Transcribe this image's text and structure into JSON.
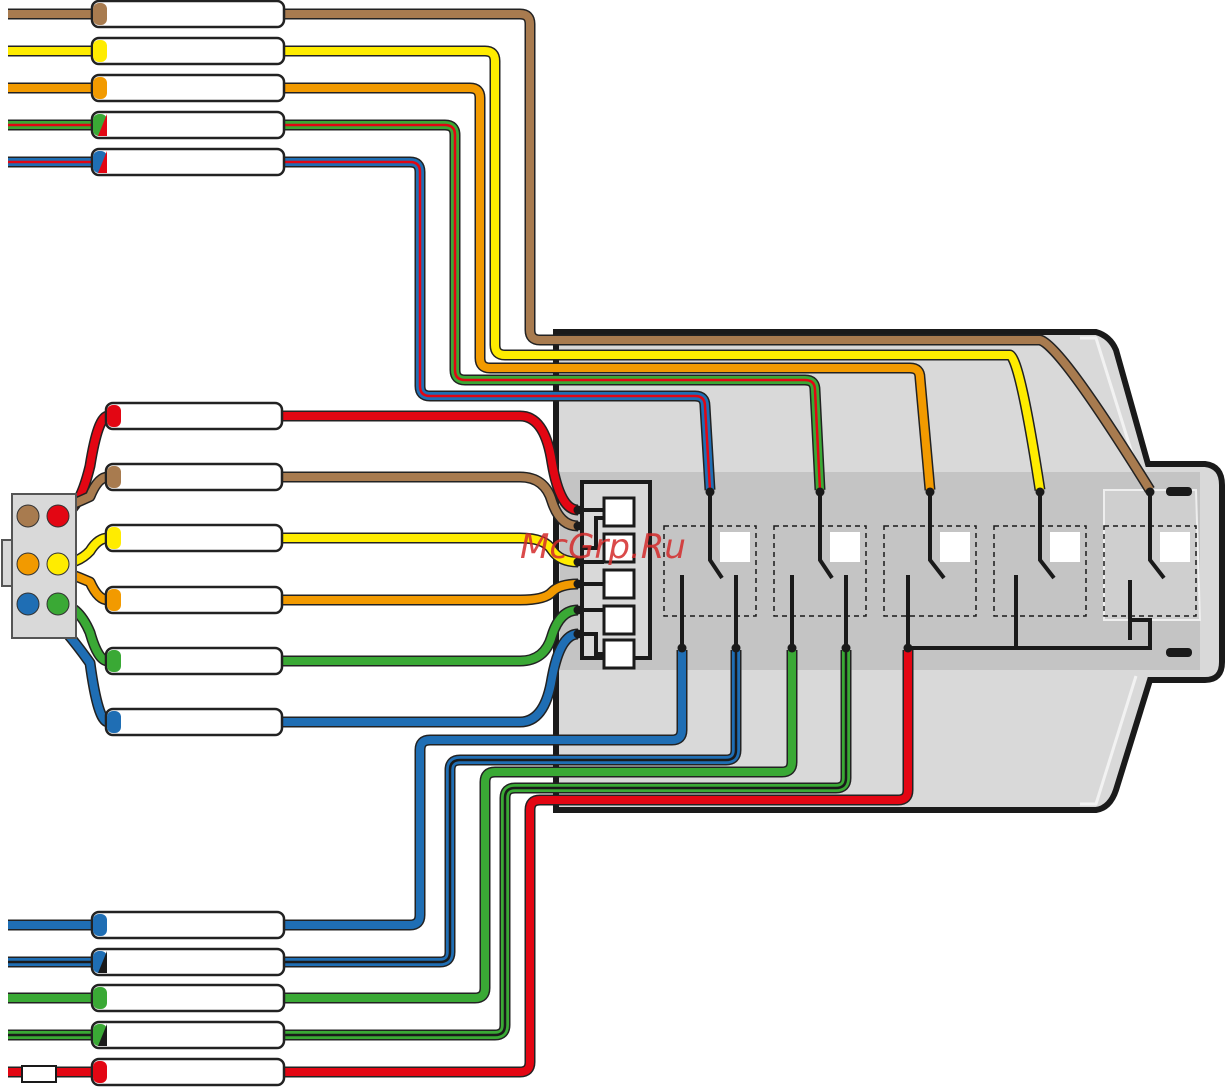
{
  "watermark": "McGrp.Ru",
  "colors": {
    "brown": "#a87b4f",
    "yellow": "#ffec00",
    "orange": "#f29a00",
    "green": "#3aa935",
    "red": "#e30613",
    "blue": "#1f6eb4",
    "black": "#1a1a1a",
    "housing": "#d9d9d9",
    "housing_band": "#c2c2c2"
  },
  "top_wires": [
    {
      "name": "brown-wire",
      "color": "brown",
      "stripe": null
    },
    {
      "name": "yellow-wire",
      "color": "yellow",
      "stripe": null
    },
    {
      "name": "orange-wire",
      "color": "orange",
      "stripe": null
    },
    {
      "name": "green-red-wire",
      "color": "green",
      "stripe": "red"
    },
    {
      "name": "blue-red-wire",
      "color": "blue",
      "stripe": "red"
    }
  ],
  "middle_wires": [
    {
      "name": "red-wire",
      "color": "red"
    },
    {
      "name": "brown-wire",
      "color": "brown"
    },
    {
      "name": "yellow-wire",
      "color": "yellow"
    },
    {
      "name": "orange-wire",
      "color": "orange"
    },
    {
      "name": "green-wire",
      "color": "green"
    },
    {
      "name": "blue-wire",
      "color": "blue"
    }
  ],
  "bottom_wires": [
    {
      "name": "blue-wire",
      "color": "blue",
      "stripe": null
    },
    {
      "name": "blue-black-wire",
      "color": "blue",
      "stripe": "black"
    },
    {
      "name": "green-wire",
      "color": "green",
      "stripe": null
    },
    {
      "name": "green-black-wire",
      "color": "green",
      "stripe": "black"
    },
    {
      "name": "red-fused-wire",
      "color": "red",
      "stripe": null
    }
  ],
  "connector_pins": [
    "brown",
    "red",
    "orange",
    "yellow",
    "blue",
    "green"
  ],
  "relay_count": 5
}
